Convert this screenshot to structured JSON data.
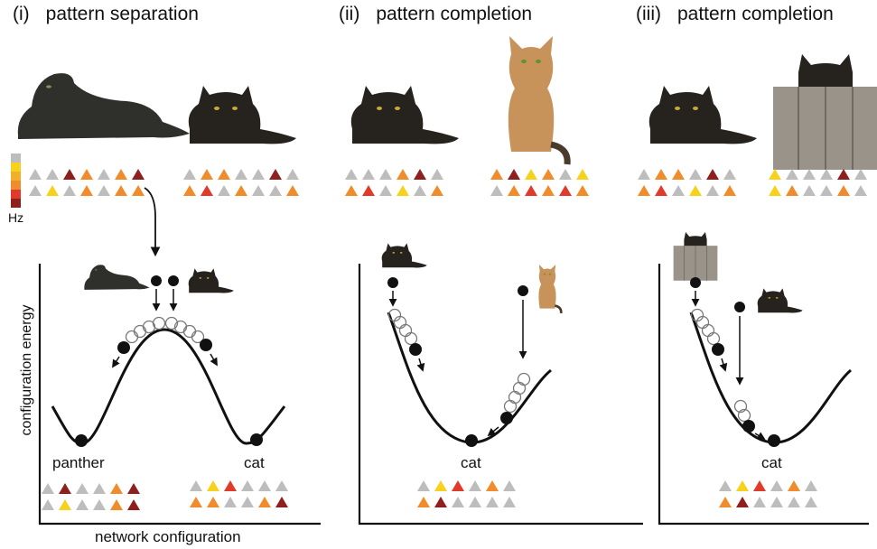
{
  "panels": [
    {
      "number": "(i)",
      "title": "pattern separation",
      "images": [
        "panther",
        "black cat"
      ],
      "top_patterns": [
        [
          "gray",
          "gray",
          "darkred",
          "orange",
          "gray",
          "orange",
          "darkred"
        ],
        [
          "gray",
          "yellow",
          "gray",
          "orange",
          "gray",
          "orange",
          "orange"
        ],
        [
          "gray",
          "orange",
          "orange",
          "gray",
          "gray",
          "darkred",
          "gray"
        ],
        [
          "orange",
          "red",
          "gray",
          "orange",
          "gray",
          "gray",
          "orange"
        ]
      ],
      "minima_labels": [
        "panther",
        "cat"
      ],
      "bottom_patterns": [
        [
          "gray",
          "darkred",
          "gray",
          "gray",
          "orange",
          "darkred"
        ],
        [
          "gray",
          "yellow",
          "gray",
          "gray",
          "orange",
          "darkred"
        ],
        [
          "gray",
          "yellow",
          "red",
          "gray",
          "gray",
          "gray"
        ],
        [
          "orange",
          "orange",
          "gray",
          "gray",
          "orange",
          "darkred"
        ]
      ]
    },
    {
      "number": "(ii)",
      "title": "pattern completion",
      "images": [
        "black cat",
        "tabby cat"
      ],
      "top_patterns": [
        [
          "gray",
          "gray",
          "gray",
          "orange",
          "darkred",
          "gray"
        ],
        [
          "orange",
          "red",
          "gray",
          "yellow",
          "gray",
          "orange"
        ],
        [
          "orange",
          "darkred",
          "yellow",
          "orange",
          "gray",
          "yellow"
        ],
        [
          "gray",
          "orange",
          "red",
          "orange",
          "red",
          "orange"
        ]
      ],
      "minima_labels": [
        "cat"
      ],
      "bottom_patterns": [
        [
          "gray",
          "yellow",
          "red",
          "gray",
          "orange",
          "gray"
        ],
        [
          "orange",
          "darkred",
          "gray",
          "gray",
          "gray",
          "gray"
        ]
      ]
    },
    {
      "number": "(iii)",
      "title": "pattern completion",
      "images": [
        "black cat",
        "cat behind fence"
      ],
      "top_patterns": [
        [
          "gray",
          "orange",
          "orange",
          "gray",
          "darkred",
          "gray"
        ],
        [
          "orange",
          "red",
          "gray",
          "yellow",
          "gray",
          "orange"
        ],
        [
          "yellow",
          "gray",
          "gray",
          "gray",
          "darkred",
          "gray"
        ],
        [
          "yellow",
          "orange",
          "gray",
          "gray",
          "orange",
          "gray"
        ]
      ],
      "minima_labels": [
        "cat"
      ],
      "bottom_patterns": [
        [
          "gray",
          "yellow",
          "red",
          "gray",
          "orange",
          "gray"
        ],
        [
          "orange",
          "darkred",
          "gray",
          "gray",
          "gray",
          "gray"
        ]
      ]
    }
  ],
  "colorbar_label": "Hz",
  "y_axis_label": "configuration energy",
  "x_axis_label": "network configuration",
  "colors": {
    "gray": "#bdbdbd",
    "yellow": "#f7d21c",
    "orange": "#f08c2c",
    "red": "#e03a2a",
    "darkred": "#8e1f1c",
    "cat_black": "#26231f",
    "panther": "#2f2f2c",
    "tabby": "#c8935a",
    "wood": "#9a9389"
  }
}
